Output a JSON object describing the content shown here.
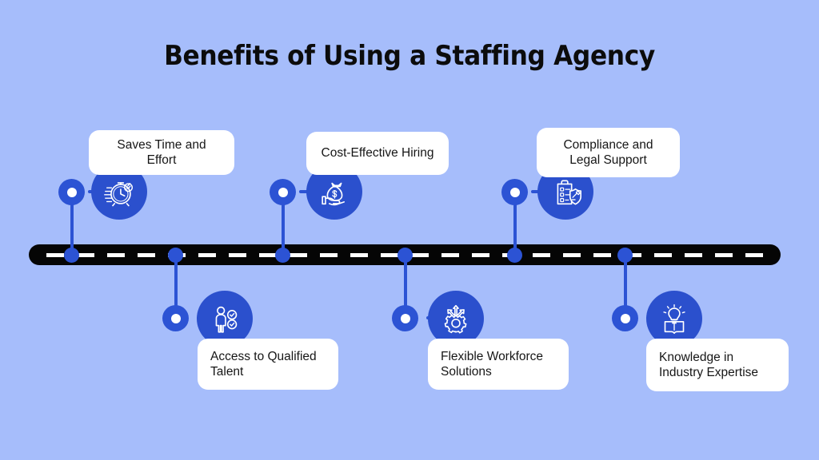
{
  "title": "Benefits of Using a Staffing Agency",
  "colors": {
    "background": "#a6bdfb",
    "accent_blue": "#2c53d4",
    "icon_circle": "#2b50cd",
    "road": "#050505",
    "card_background": "#ffffff",
    "text": "#161616"
  },
  "timeline": {
    "orientation": "horizontal",
    "style": "dashed-road"
  },
  "items": [
    {
      "label": "Saves Time and Effort",
      "icon": "stopwatch-icon",
      "position": "above",
      "align": "center"
    },
    {
      "label": "Cost-Effective Hiring",
      "icon": "hand-money-bag-icon",
      "position": "above",
      "align": "center"
    },
    {
      "label": "Compliance and Legal Support",
      "icon": "clipboard-shield-icon",
      "position": "above",
      "align": "center"
    },
    {
      "label": "Access to Qualified Talent",
      "icon": "person-check-icon",
      "position": "below",
      "align": "left"
    },
    {
      "label": "Flexible Workforce Solutions",
      "icon": "gear-arrows-icon",
      "position": "below",
      "align": "left"
    },
    {
      "label": "Knowledge in Industry Expertise",
      "icon": "lightbulb-book-icon",
      "position": "below",
      "align": "left"
    }
  ]
}
